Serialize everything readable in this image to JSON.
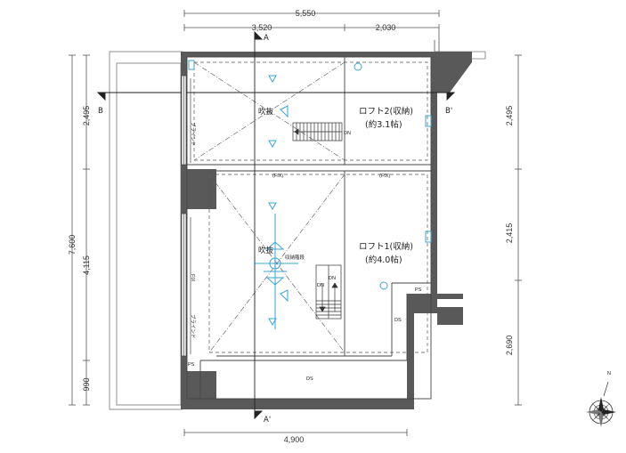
{
  "dimensions": {
    "top_overall": "5,550",
    "top_left": "3,520",
    "top_right": "2,030",
    "bottom_overall": "4,900",
    "left_total": "7,600",
    "left_upper": "2,495",
    "left_middle": "4,115",
    "left_lower": "990",
    "right_upper": "2,495",
    "right_middle": "2,415",
    "right_lower": "2,690"
  },
  "section_marks": {
    "a_top": "A",
    "a_bottom": "A'",
    "b_left": "B",
    "b_right": "B'"
  },
  "rooms": {
    "loft2_name": "ロフト2(収納)",
    "loft2_area": "(約3.1帖)",
    "loft1_name": "ロフト1(収納)",
    "loft1_area": "(約4.0帖)"
  },
  "labels": {
    "fukinuke_upper": "吹抜",
    "fukinuke_lower": "吹抜",
    "fix_left": "(FIX)",
    "fix_right": "(FIX)",
    "fix_vertical": "FIX",
    "blind_upper": "ブラインド",
    "blind_lower": "ブラインド",
    "stair_dn_upper": "DN",
    "stair_dn_lower_left": "DN",
    "stair_dn_lower_right": "DN",
    "storage_stair": "収納階段",
    "ps_left": "PS",
    "ps_right": "PS",
    "ds_bottom": "DS",
    "ds_right": "DS",
    "north": "N"
  },
  "colors": {
    "wall": "#595959",
    "line": "#444444",
    "fixture": "#3aa3d6"
  }
}
